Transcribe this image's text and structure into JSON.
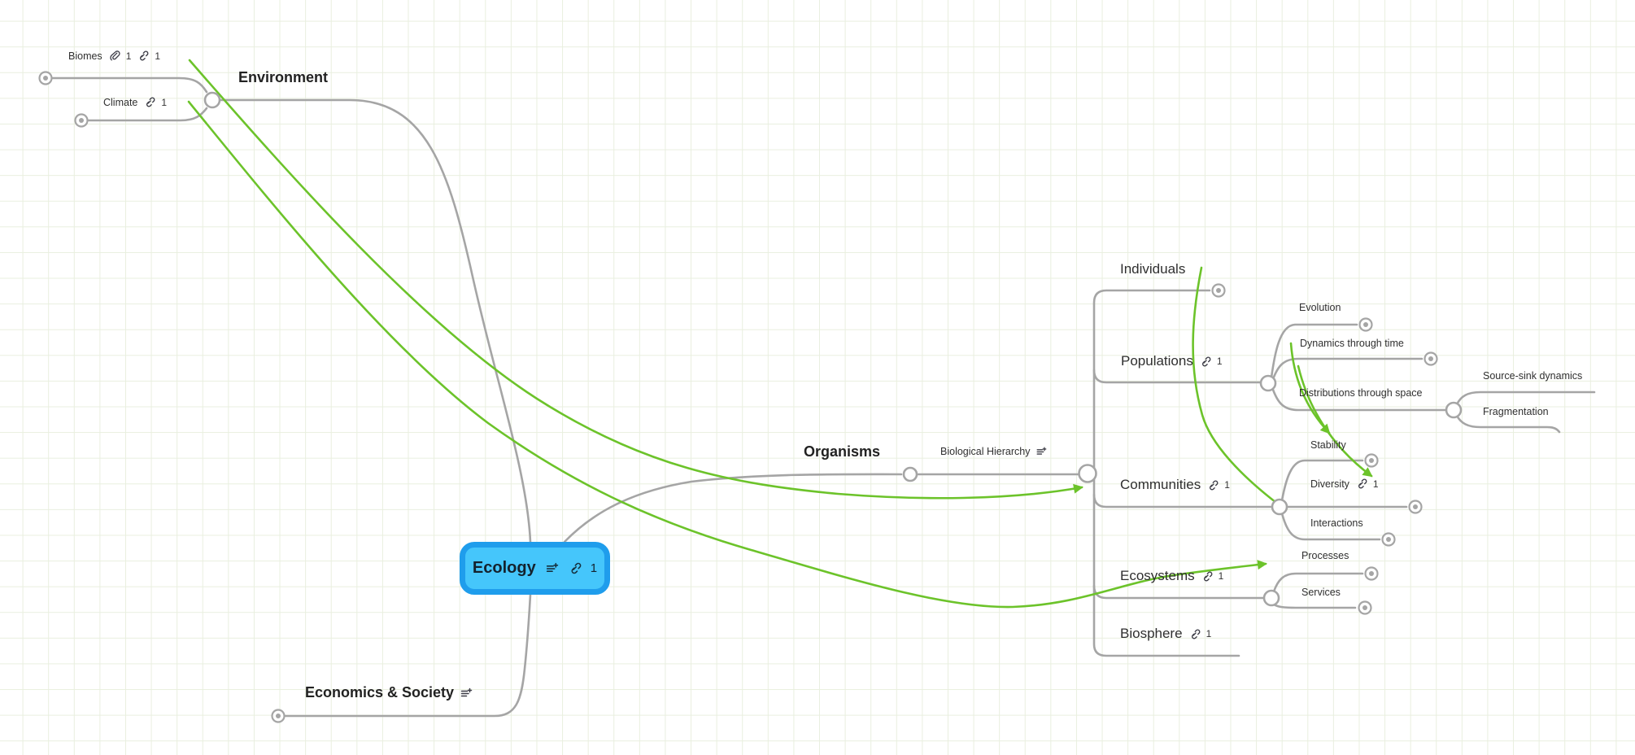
{
  "app": {
    "type": "mind-map-canvas"
  },
  "colors": {
    "accent_green": "#6cc32a",
    "line_gray": "#a5a5a5",
    "node_fill": "#45c6fb",
    "node_border": "#1f9dec",
    "grid": "#e9efdf"
  },
  "nodes": {
    "ecology": {
      "label": "Ecology",
      "link_count": "1"
    },
    "environment": {
      "label": "Environment"
    },
    "biomes": {
      "label": "Biomes",
      "attachment_count": "1",
      "link_count": "1"
    },
    "climate": {
      "label": "Climate",
      "link_count": "1"
    },
    "organisms": {
      "label": "Organisms"
    },
    "biological_hierarchy": {
      "label": "Biological Hierarchy"
    },
    "economics_society": {
      "label": "Economics & Society"
    },
    "individuals": {
      "label": "Individuals"
    },
    "populations": {
      "label": "Populations",
      "link_count": "1"
    },
    "evolution": {
      "label": "Evolution"
    },
    "dynamics_through_time": {
      "label": "Dynamics through time"
    },
    "distributions_through_space": {
      "label": "Distributions through space"
    },
    "source_sink_dynamics": {
      "label": "Source-sink dynamics"
    },
    "fragmentation": {
      "label": "Fragmentation"
    },
    "communities": {
      "label": "Communities",
      "link_count": "1"
    },
    "stability": {
      "label": "Stability"
    },
    "diversity": {
      "label": "Diversity",
      "link_count": "1"
    },
    "interactions": {
      "label": "Interactions"
    },
    "ecosystems": {
      "label": "Ecosystems",
      "link_count": "1"
    },
    "processes": {
      "label": "Processes"
    },
    "services": {
      "label": "Services"
    },
    "biosphere": {
      "label": "Biosphere",
      "link_count": "1"
    }
  },
  "green_links": [
    {
      "from": "Biomes",
      "to": "Communities"
    },
    {
      "from": "Climate",
      "to": "Ecosystems"
    },
    {
      "from": "Individuals",
      "to": "Communities"
    },
    {
      "from": "Dynamics through time",
      "to": "Stability"
    },
    {
      "from": "Dynamics through time",
      "to": "Diversity"
    }
  ]
}
